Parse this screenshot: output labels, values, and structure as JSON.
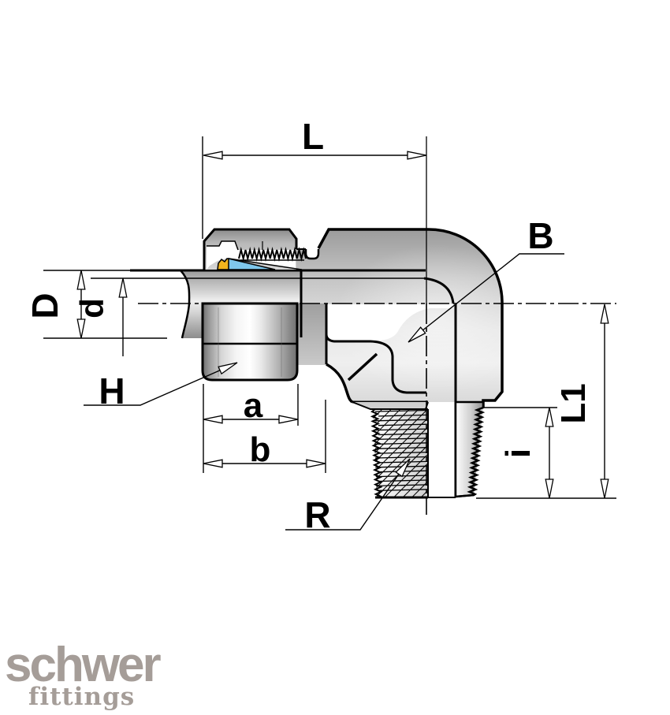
{
  "drawing": {
    "type": "technical-drawing",
    "subject": "male-elbow-compression-fitting-section-view",
    "dimension_labels": {
      "L": "L",
      "B": "B",
      "D": "D",
      "d": "d",
      "H": "H",
      "a": "a",
      "b": "b",
      "R": "R",
      "i": "i",
      "L1": "L1"
    },
    "colors": {
      "front_ferrule_yellow": "#F2B51D",
      "back_ferrule_blue": "#7FC7EC",
      "line_black": "#000000",
      "logo_gray": "#A59D98"
    }
  },
  "logo": {
    "brand": "schwer",
    "sub": "fittings"
  }
}
